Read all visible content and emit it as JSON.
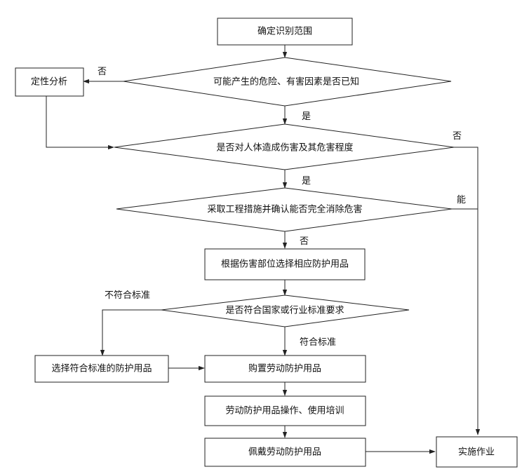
{
  "nodes": {
    "determine_scope": "确定识别范围",
    "hazards_known": "可能产生的危险、有害因素是否已知",
    "qualitative_analysis": "定性分析",
    "harm_to_body": "是否对人体造成伤害及其危害程度",
    "engineering_measures": "采取工程措施并确认能否完全消除危害",
    "select_by_body_part": "根据伤害部位选择相应防护用品",
    "meets_standards": "是否符合国家或行业标准要求",
    "select_compliant": "选择符合标准的防护用品",
    "purchase": "购置劳动防护用品",
    "training": "劳动防护用品操作、使用培训",
    "wear": "佩戴劳动防护用品",
    "implement": "实施作业"
  },
  "edge_labels": {
    "hazards_known_no": "否",
    "hazards_known_yes": "是",
    "harm_no": "否",
    "harm_yes": "是",
    "engineering_can": "能",
    "engineering_no": "否",
    "standards_not_met": "不符合标准",
    "standards_met": "符合标准"
  }
}
